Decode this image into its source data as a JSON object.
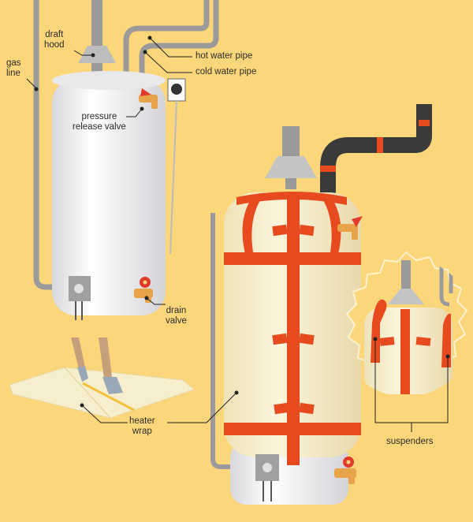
{
  "labels": {
    "gas_line": [
      "gas",
      "line"
    ],
    "draft_hood": [
      "draft",
      "hood"
    ],
    "hot_water_pipe": "hot water pipe",
    "cold_water_pipe": "cold water pipe",
    "pressure_release_valve": [
      "pressure",
      "release valve"
    ],
    "drain_valve": [
      "drain",
      "valve"
    ],
    "heater_wrap": [
      "heater",
      "wrap"
    ],
    "suspenders": "suspenders"
  },
  "colors": {
    "background": "#fcd67a",
    "tank": "#f2f2f4",
    "wrap": "#f7eecd",
    "strap": "#e64a1e",
    "pipe": "#9a9a9a",
    "insulated_pipe": "#3a3a3a",
    "valve": "#e8a24a",
    "handle": "#e23a2a"
  }
}
